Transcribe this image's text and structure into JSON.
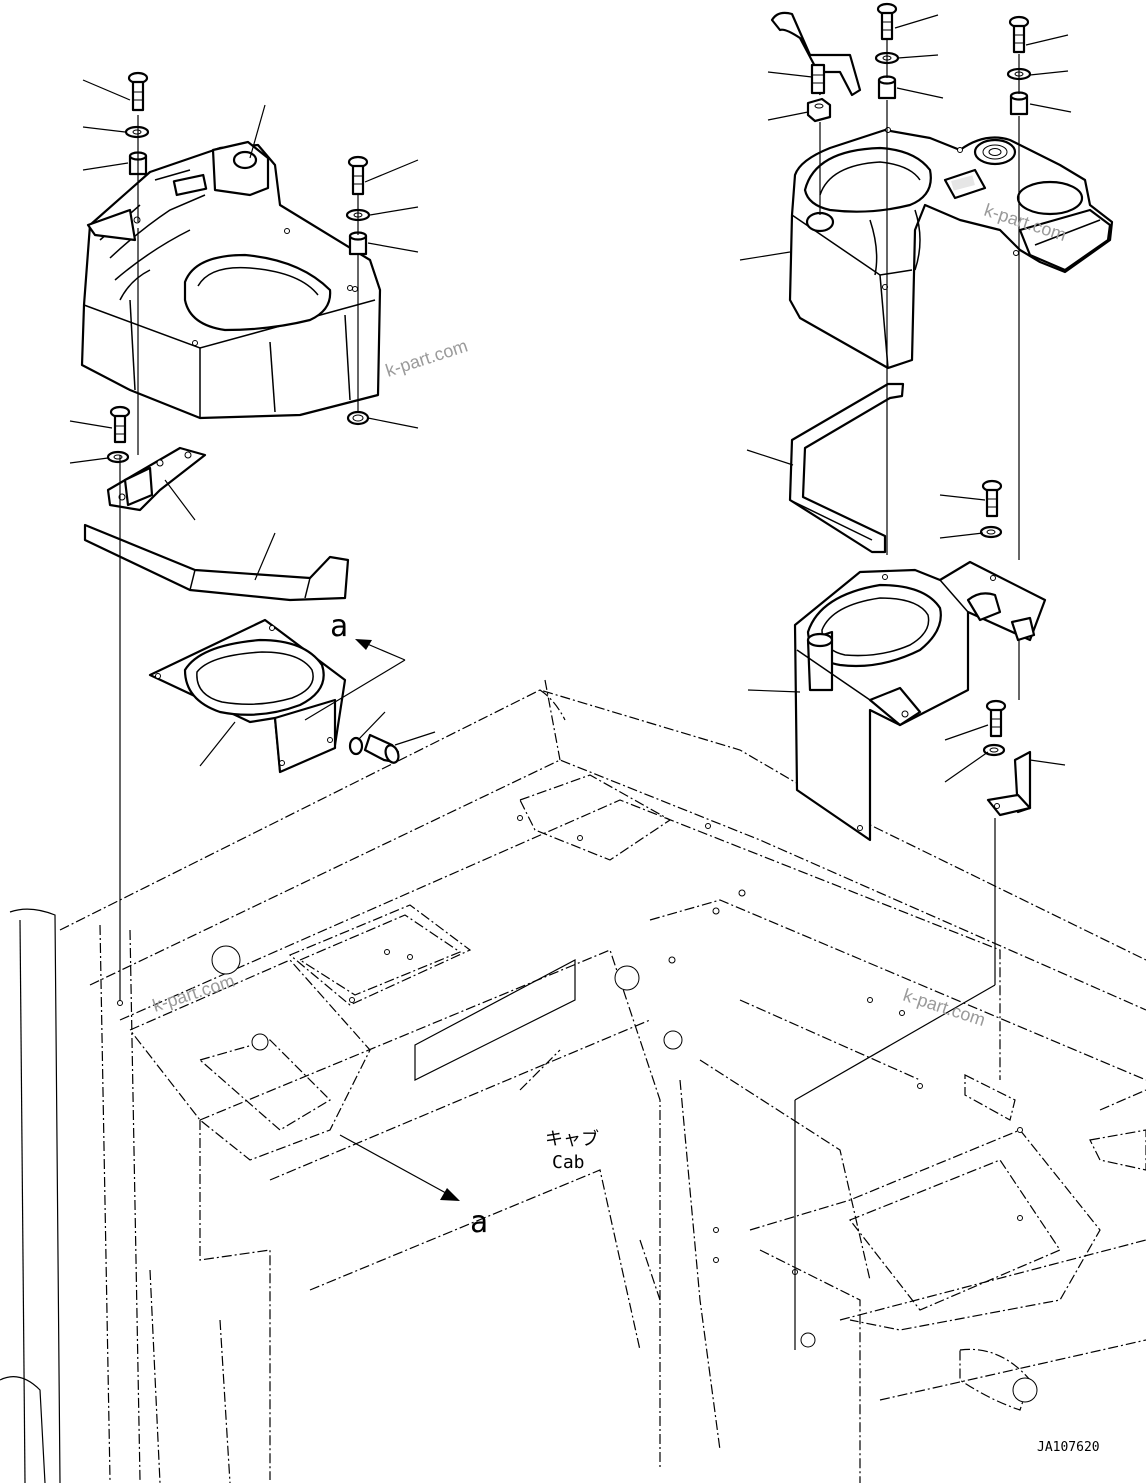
{
  "diagram": {
    "cab_label_jp": "キャブ",
    "cab_label_en": "Cab",
    "view_marker": "a",
    "drawing_number": "JA107620",
    "watermark": "k-part.com"
  }
}
